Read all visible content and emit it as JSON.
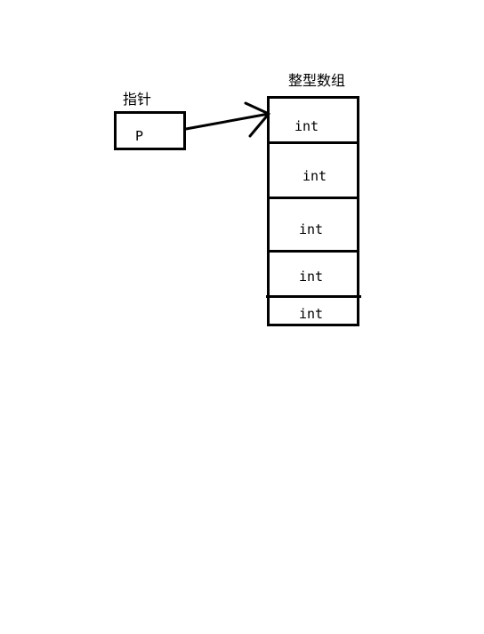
{
  "diagram": {
    "pointer": {
      "caption": "指针",
      "value": "P"
    },
    "array": {
      "caption": "整型数组",
      "cells": [
        {
          "label": "int"
        },
        {
          "label": "int"
        },
        {
          "label": "int"
        },
        {
          "label": "int"
        },
        {
          "label": "int"
        }
      ]
    }
  }
}
